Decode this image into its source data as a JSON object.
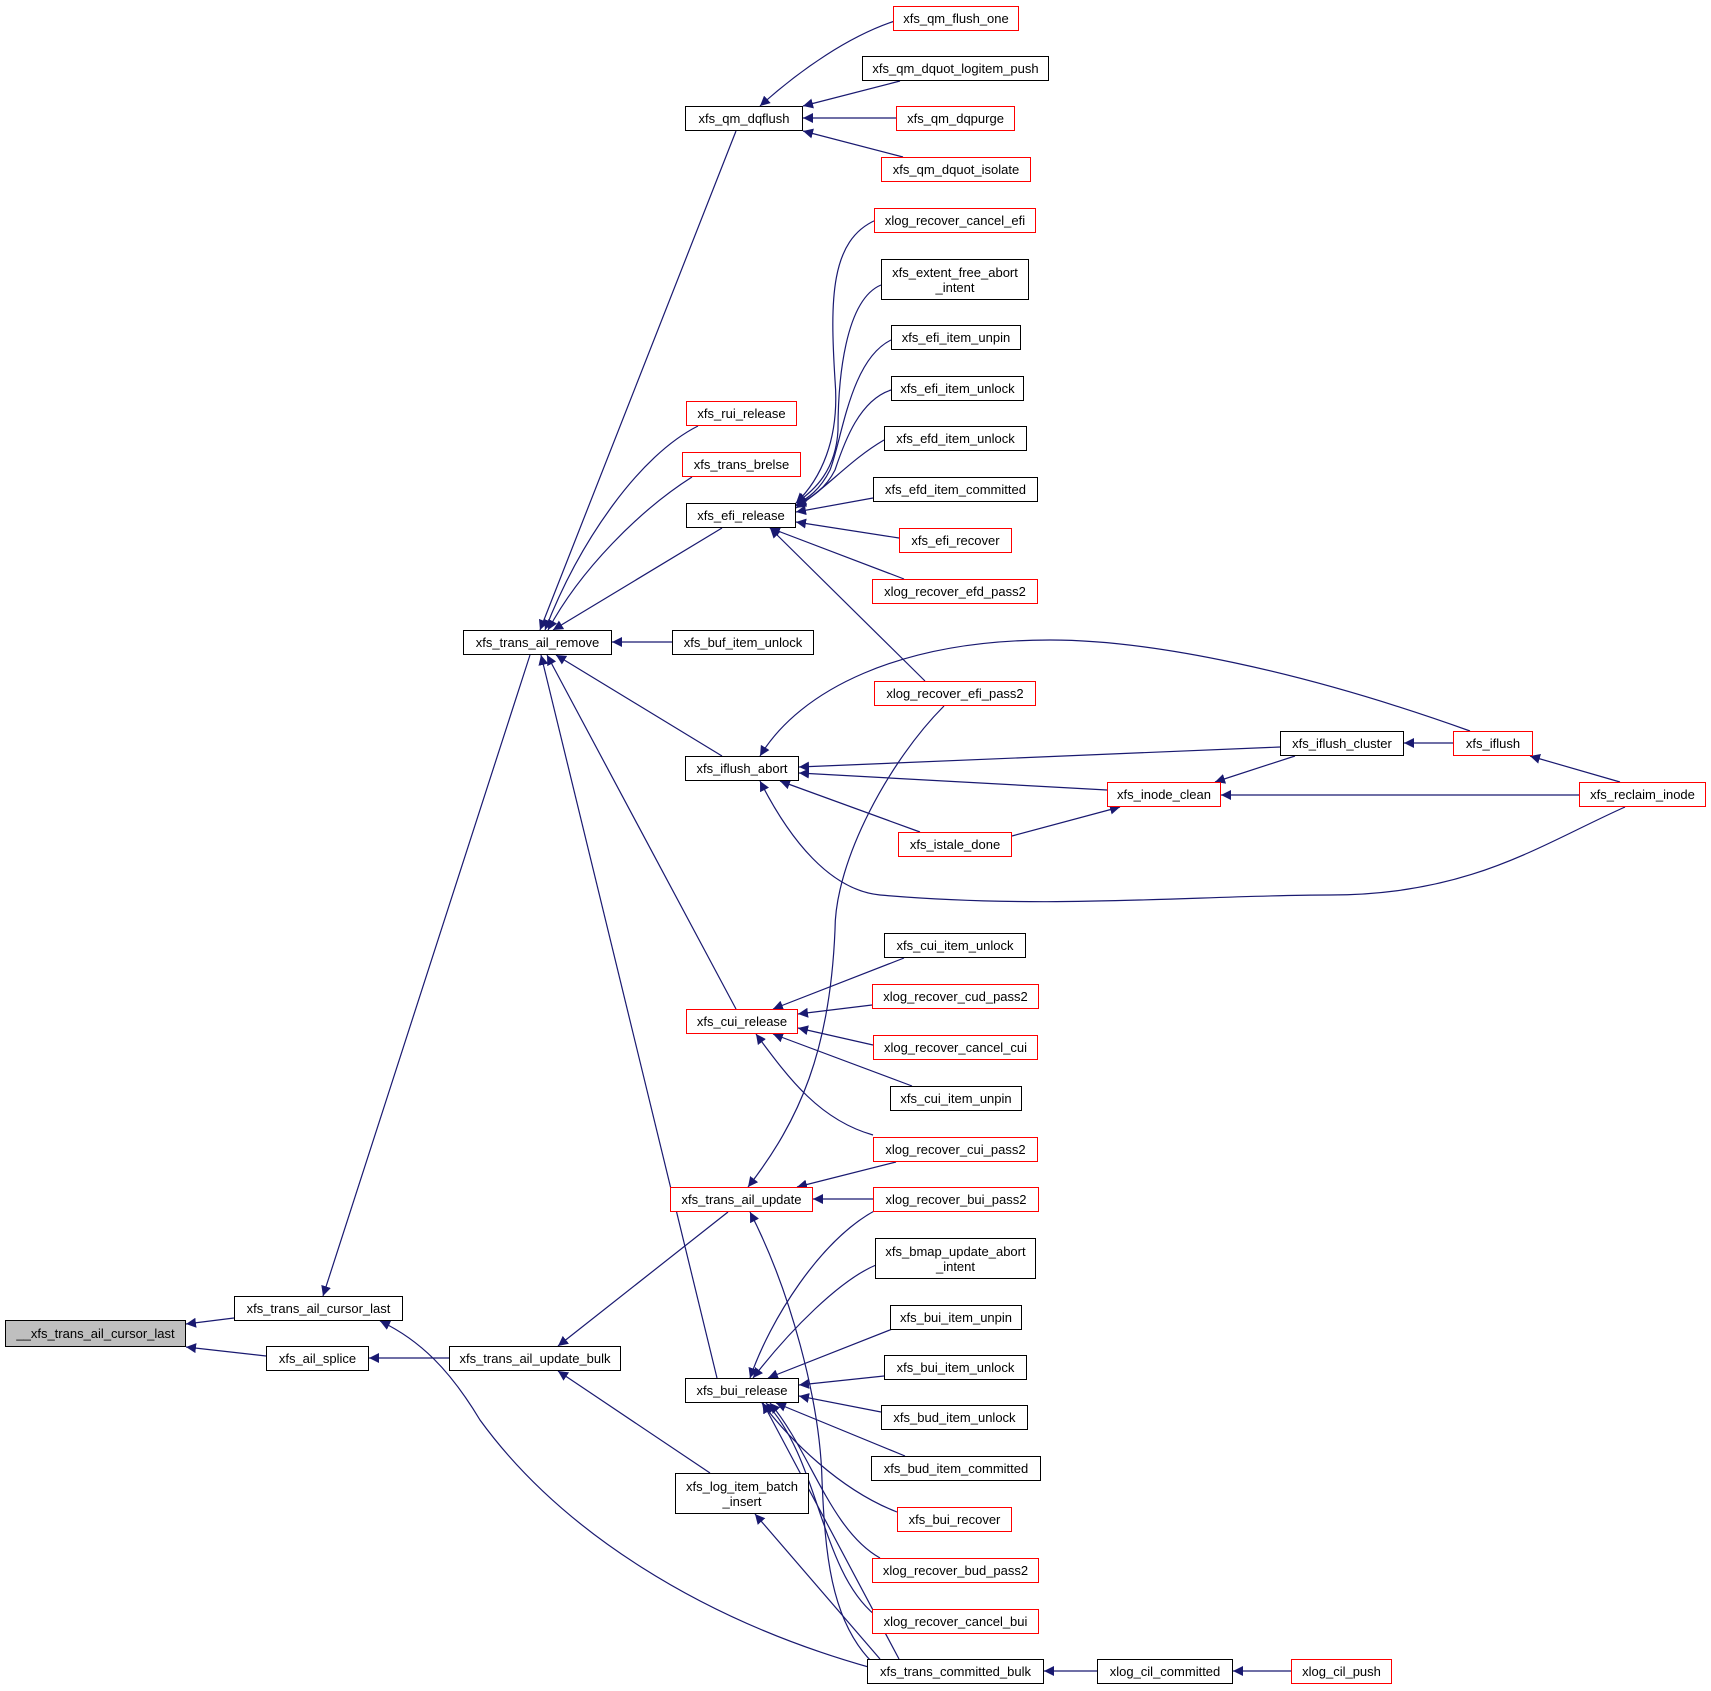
{
  "colors": {
    "edge": "#191970",
    "border_default": "#000000",
    "border_truncated": "#ff0000",
    "focus_fill": "#bfbfbf"
  },
  "nodes": [
    {
      "id": "root",
      "label": "__xfs_trans_ail_cursor_last",
      "style": "focus"
    },
    {
      "id": "cursor_last",
      "label": "xfs_trans_ail_cursor_last",
      "style": "normal"
    },
    {
      "id": "ail_splice",
      "label": "xfs_ail_splice",
      "style": "normal"
    },
    {
      "id": "ail_remove",
      "label": "xfs_trans_ail_remove",
      "style": "normal"
    },
    {
      "id": "ail_update_bulk",
      "label": "xfs_trans_ail_update_bulk",
      "style": "normal"
    },
    {
      "id": "qm_dqflush",
      "label": "xfs_qm_dqflush",
      "style": "normal"
    },
    {
      "id": "rui_release",
      "label": "xfs_rui_release",
      "style": "red"
    },
    {
      "id": "trans_brelse",
      "label": "xfs_trans_brelse",
      "style": "red"
    },
    {
      "id": "efi_release",
      "label": "xfs_efi_release",
      "style": "normal"
    },
    {
      "id": "buf_item_unlock",
      "label": "xfs_buf_item_unlock",
      "style": "normal"
    },
    {
      "id": "iflush_abort",
      "label": "xfs_iflush_abort",
      "style": "normal"
    },
    {
      "id": "cui_release",
      "label": "xfs_cui_release",
      "style": "red"
    },
    {
      "id": "ail_update",
      "label": "xfs_trans_ail_update",
      "style": "red"
    },
    {
      "id": "bui_release",
      "label": "xfs_bui_release",
      "style": "normal"
    },
    {
      "id": "log_item_batch_insert",
      "label": "xfs_log_item_batch\n_insert",
      "style": "normal"
    },
    {
      "id": "qm_flush_one",
      "label": "xfs_qm_flush_one",
      "style": "red"
    },
    {
      "id": "qm_dquot_logitem_push",
      "label": "xfs_qm_dquot_logitem_push",
      "style": "normal"
    },
    {
      "id": "qm_dqpurge",
      "label": "xfs_qm_dqpurge",
      "style": "red"
    },
    {
      "id": "qm_dquot_isolate",
      "label": "xfs_qm_dquot_isolate",
      "style": "red"
    },
    {
      "id": "xlog_recover_cancel_efi",
      "label": "xlog_recover_cancel_efi",
      "style": "red"
    },
    {
      "id": "extent_free_abort_intent",
      "label": "xfs_extent_free_abort\n_intent",
      "style": "normal"
    },
    {
      "id": "efi_item_unpin",
      "label": "xfs_efi_item_unpin",
      "style": "normal"
    },
    {
      "id": "efi_item_unlock",
      "label": "xfs_efi_item_unlock",
      "style": "normal"
    },
    {
      "id": "efd_item_unlock",
      "label": "xfs_efd_item_unlock",
      "style": "normal"
    },
    {
      "id": "efd_item_committed",
      "label": "xfs_efd_item_committed",
      "style": "normal"
    },
    {
      "id": "efi_recover",
      "label": "xfs_efi_recover",
      "style": "red"
    },
    {
      "id": "xlog_recover_efd_pass2",
      "label": "xlog_recover_efd_pass2",
      "style": "red"
    },
    {
      "id": "xlog_recover_efi_pass2",
      "label": "xlog_recover_efi_pass2",
      "style": "red"
    },
    {
      "id": "istale_done",
      "label": "xfs_istale_done",
      "style": "red"
    },
    {
      "id": "cui_item_unlock",
      "label": "xfs_cui_item_unlock",
      "style": "normal"
    },
    {
      "id": "xlog_recover_cud_pass2",
      "label": "xlog_recover_cud_pass2",
      "style": "red"
    },
    {
      "id": "xlog_recover_cancel_cui",
      "label": "xlog_recover_cancel_cui",
      "style": "red"
    },
    {
      "id": "cui_item_unpin",
      "label": "xfs_cui_item_unpin",
      "style": "normal"
    },
    {
      "id": "xlog_recover_cui_pass2",
      "label": "xlog_recover_cui_pass2",
      "style": "red"
    },
    {
      "id": "xlog_recover_bui_pass2",
      "label": "xlog_recover_bui_pass2",
      "style": "red"
    },
    {
      "id": "bmap_update_abort_intent",
      "label": "xfs_bmap_update_abort\n_intent",
      "style": "normal"
    },
    {
      "id": "bui_item_unpin",
      "label": "xfs_bui_item_unpin",
      "style": "normal"
    },
    {
      "id": "bui_item_unlock",
      "label": "xfs_bui_item_unlock",
      "style": "normal"
    },
    {
      "id": "bud_item_unlock",
      "label": "xfs_bud_item_unlock",
      "style": "normal"
    },
    {
      "id": "bud_item_committed",
      "label": "xfs_bud_item_committed",
      "style": "normal"
    },
    {
      "id": "bui_recover",
      "label": "xfs_bui_recover",
      "style": "red"
    },
    {
      "id": "xlog_recover_bud_pass2",
      "label": "xlog_recover_bud_pass2",
      "style": "red"
    },
    {
      "id": "xlog_recover_cancel_bui",
      "label": "xlog_recover_cancel_bui",
      "style": "red"
    },
    {
      "id": "trans_committed_bulk",
      "label": "xfs_trans_committed_bulk",
      "style": "normal"
    },
    {
      "id": "xlog_cil_committed",
      "label": "xlog_cil_committed",
      "style": "normal"
    },
    {
      "id": "xlog_cil_push",
      "label": "xlog_cil_push",
      "style": "red"
    },
    {
      "id": "iflush_cluster",
      "label": "xfs_iflush_cluster",
      "style": "normal"
    },
    {
      "id": "iflush",
      "label": "xfs_iflush",
      "style": "red"
    },
    {
      "id": "inode_clean",
      "label": "xfs_inode_clean",
      "style": "red"
    },
    {
      "id": "reclaim_inode",
      "label": "xfs_reclaim_inode",
      "style": "red"
    }
  ],
  "edges": [
    {
      "from": "cursor_last",
      "to": "root"
    },
    {
      "from": "ail_splice",
      "to": "root"
    },
    {
      "from": "ail_remove",
      "to": "cursor_last"
    },
    {
      "from": "trans_committed_bulk",
      "to": "cursor_last"
    },
    {
      "from": "ail_update_bulk",
      "to": "ail_splice"
    },
    {
      "from": "qm_dqflush",
      "to": "ail_remove"
    },
    {
      "from": "rui_release",
      "to": "ail_remove"
    },
    {
      "from": "trans_brelse",
      "to": "ail_remove"
    },
    {
      "from": "efi_release",
      "to": "ail_remove"
    },
    {
      "from": "buf_item_unlock",
      "to": "ail_remove"
    },
    {
      "from": "iflush_abort",
      "to": "ail_remove"
    },
    {
      "from": "cui_release",
      "to": "ail_remove"
    },
    {
      "from": "bui_release",
      "to": "ail_remove"
    },
    {
      "from": "ail_update",
      "to": "ail_update_bulk"
    },
    {
      "from": "log_item_batch_insert",
      "to": "ail_update_bulk"
    },
    {
      "from": "qm_flush_one",
      "to": "qm_dqflush"
    },
    {
      "from": "qm_dquot_logitem_push",
      "to": "qm_dqflush"
    },
    {
      "from": "qm_dqpurge",
      "to": "qm_dqflush"
    },
    {
      "from": "qm_dquot_isolate",
      "to": "qm_dqflush"
    },
    {
      "from": "xlog_recover_cancel_efi",
      "to": "efi_release"
    },
    {
      "from": "extent_free_abort_intent",
      "to": "efi_release"
    },
    {
      "from": "efi_item_unpin",
      "to": "efi_release"
    },
    {
      "from": "efi_item_unlock",
      "to": "efi_release"
    },
    {
      "from": "efd_item_unlock",
      "to": "efi_release"
    },
    {
      "from": "efd_item_committed",
      "to": "efi_release"
    },
    {
      "from": "efi_recover",
      "to": "efi_release"
    },
    {
      "from": "xlog_recover_efd_pass2",
      "to": "efi_release"
    },
    {
      "from": "xlog_recover_efi_pass2",
      "to": "efi_release"
    },
    {
      "from": "iflush",
      "to": "iflush_abort"
    },
    {
      "from": "iflush_cluster",
      "to": "iflush_abort"
    },
    {
      "from": "inode_clean",
      "to": "iflush_abort"
    },
    {
      "from": "istale_done",
      "to": "iflush_abort"
    },
    {
      "from": "reclaim_inode",
      "to": "iflush_abort"
    },
    {
      "from": "iflush",
      "to": "iflush_cluster"
    },
    {
      "from": "reclaim_inode",
      "to": "iflush"
    },
    {
      "from": "iflush_cluster",
      "to": "inode_clean"
    },
    {
      "from": "istale_done",
      "to": "inode_clean"
    },
    {
      "from": "reclaim_inode",
      "to": "inode_clean"
    },
    {
      "from": "cui_item_unlock",
      "to": "cui_release"
    },
    {
      "from": "xlog_recover_cud_pass2",
      "to": "cui_release"
    },
    {
      "from": "xlog_recover_cancel_cui",
      "to": "cui_release"
    },
    {
      "from": "cui_item_unpin",
      "to": "cui_release"
    },
    {
      "from": "xlog_recover_cui_pass2",
      "to": "cui_release"
    },
    {
      "from": "xlog_recover_efi_pass2",
      "to": "ail_update"
    },
    {
      "from": "xlog_recover_cui_pass2",
      "to": "ail_update"
    },
    {
      "from": "xlog_recover_bui_pass2",
      "to": "ail_update"
    },
    {
      "from": "trans_committed_bulk",
      "to": "ail_update"
    },
    {
      "from": "xlog_recover_bui_pass2",
      "to": "bui_release"
    },
    {
      "from": "bmap_update_abort_intent",
      "to": "bui_release"
    },
    {
      "from": "bui_item_unpin",
      "to": "bui_release"
    },
    {
      "from": "bui_item_unlock",
      "to": "bui_release"
    },
    {
      "from": "bud_item_unlock",
      "to": "bui_release"
    },
    {
      "from": "bud_item_committed",
      "to": "bui_release"
    },
    {
      "from": "bui_recover",
      "to": "bui_release"
    },
    {
      "from": "xlog_recover_bud_pass2",
      "to": "bui_release"
    },
    {
      "from": "xlog_recover_cancel_bui",
      "to": "bui_release"
    },
    {
      "from": "trans_committed_bulk",
      "to": "bui_release"
    },
    {
      "from": "trans_committed_bulk",
      "to": "log_item_batch_insert"
    },
    {
      "from": "xlog_cil_committed",
      "to": "trans_committed_bulk"
    },
    {
      "from": "xlog_cil_push",
      "to": "xlog_cil_committed"
    }
  ]
}
